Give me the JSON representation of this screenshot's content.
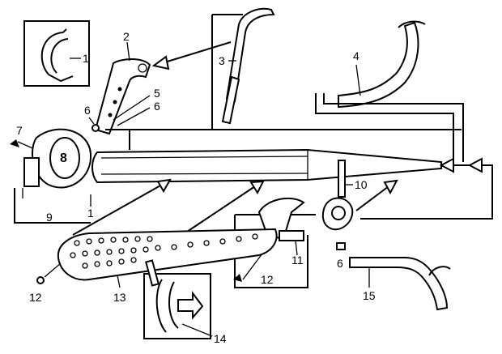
{
  "diagram": {
    "title": "Exhaust system exploded view",
    "labels": {
      "l1a": "1",
      "l2": "2",
      "l3": "3",
      "l4": "4",
      "l5": "5",
      "l6a": "6",
      "l6b": "6",
      "l6c": "6",
      "l7": "7",
      "l8": "8",
      "l9": "9",
      "l1b": "1",
      "l10": "10",
      "l11": "11",
      "l12a": "12",
      "l12b": "12",
      "l13": "13",
      "l14": "14",
      "l15": "15"
    }
  }
}
